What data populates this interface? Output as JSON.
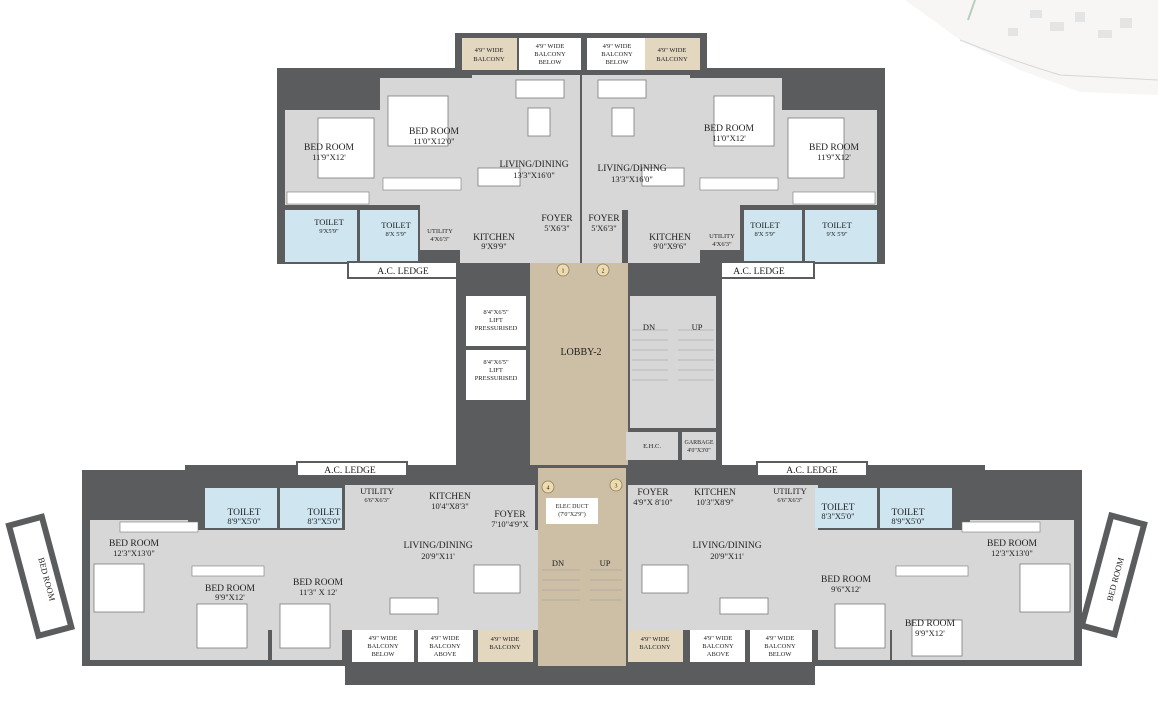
{
  "colors": {
    "wall": "#5a5c5e",
    "floor": "#d7d7d7",
    "wet_area": "#cfe6f1",
    "lobby": "#cdbfa6",
    "balcony_open": "#e3d7c0",
    "marker": "#eedcb0"
  },
  "common": {
    "lobby": "LOBBY-2",
    "lift_dim": "8'4\"X6'5\"",
    "lift_line1": "LIFT",
    "lift_line2": "PRESSURISED",
    "stair_dn": "DN",
    "stair_up": "UP",
    "ehc": "E.H.C.",
    "garbage": "GARBAGE",
    "garbage_dim": "4'0\"X3'0\"",
    "elec_duct": "ELEC DUCT",
    "elec_duct_dim": "(7'0\"X2'9\")",
    "markers": [
      "1",
      "2",
      "3",
      "4"
    ]
  },
  "balconies": {
    "wide": "4'9\" WIDE",
    "word": "BALCONY",
    "below": "BELOW",
    "above": "ABOVE"
  },
  "unit1": {
    "bed_a": {
      "name": "BED ROOM",
      "dim": "11'9\"X12'"
    },
    "bed_b": {
      "name": "BED ROOM",
      "dim": "11'0\"X12'0\""
    },
    "living": {
      "name": "LIVING/DINING",
      "dim": "13'3\"X16'0\""
    },
    "toilet_a": {
      "name": "TOILET",
      "dim": "9'X5'9\""
    },
    "toilet_b": {
      "name": "TOILET",
      "dim": "8'X 5'9\""
    },
    "utility": {
      "name": "UTILITY",
      "dim": "4'X6'3\""
    },
    "kitchen": {
      "name": "KITCHEN",
      "dim": "9'X9'9\""
    },
    "foyer": {
      "name": "FOYER",
      "dim": "5'X6'3\""
    },
    "ac_ledge": "A.C. LEDGE"
  },
  "unit2": {
    "bed_a": {
      "name": "BED ROOM",
      "dim": "11'9\"X12'"
    },
    "bed_b": {
      "name": "BED ROOM",
      "dim": "11'0\"X12'"
    },
    "living": {
      "name": "LIVING/DINING",
      "dim": "13'3\"X16'0\""
    },
    "toilet_a": {
      "name": "TOILET",
      "dim": "9'X 5'9\""
    },
    "toilet_b": {
      "name": "TOILET",
      "dim": "8'X 5'9\""
    },
    "utility": {
      "name": "UTILITY",
      "dim": "4'X6'3\""
    },
    "kitchen": {
      "name": "KITCHEN",
      "dim": "9'0\"X9'6\""
    },
    "foyer": {
      "name": "FOYER",
      "dim": "5'X6'3\""
    },
    "ac_ledge": "A.C. LEDGE"
  },
  "unit3": {
    "bed_master": {
      "name": "BED ROOM",
      "dim": "12'3\"X13'0\""
    },
    "bed_a": {
      "name": "BED ROOM",
      "dim": "9'9\"X12'"
    },
    "bed_b": {
      "name": "BED ROOM",
      "dim": "11'3\" X 12'"
    },
    "living": {
      "name": "LIVING/DINING",
      "dim": "20'9\"X11'"
    },
    "toilet_a": {
      "name": "TOILET",
      "dim": "8'9\"X5'0\""
    },
    "toilet_b": {
      "name": "TOILET",
      "dim": "8'3\"X5'0\""
    },
    "utility": {
      "name": "UTILITY",
      "dim": "6'6\"X6'3\""
    },
    "kitchen": {
      "name": "KITCHEN",
      "dim": "10'4\"X8'3\""
    },
    "foyer": {
      "name": "FOYER",
      "dim": "7'10\"4'9\"X"
    },
    "ac_ledge": "A.C. LEDGE",
    "side_bed": "BED ROOM"
  },
  "unit4": {
    "bed_master": {
      "name": "BED ROOM",
      "dim": "12'3\"X13'0\""
    },
    "bed_a": {
      "name": "BED ROOM",
      "dim": "9'6\"X12'"
    },
    "bed_b": {
      "name": "BED ROOM",
      "dim": "9'9\"X12'"
    },
    "living": {
      "name": "LIVING/DINING",
      "dim": "20'9\"X11'"
    },
    "toilet_a": {
      "name": "TOILET",
      "dim": "8'9\"X5'0\""
    },
    "toilet_b": {
      "name": "TOILET",
      "dim": "8'3\"X5'0\""
    },
    "utility": {
      "name": "UTILITY",
      "dim": "6'6\"X6'3\""
    },
    "kitchen": {
      "name": "KITCHEN",
      "dim": "10'3\"X8'9\""
    },
    "foyer": {
      "name": "FOYER",
      "dim": "4'9\"X 8'10\""
    },
    "ac_ledge": "A.C. LEDGE",
    "side_bed": "BED ROOM"
  }
}
